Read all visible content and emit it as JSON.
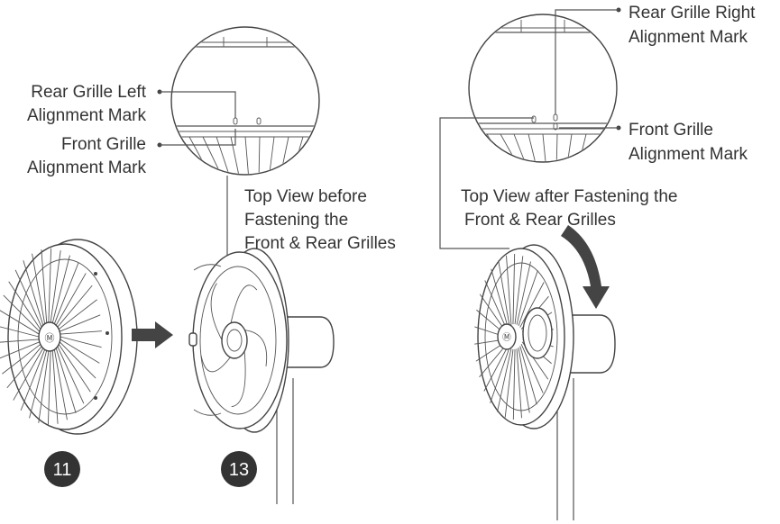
{
  "labels": {
    "rear_left_line1": "Rear Grille Left",
    "rear_left_line2": "Alignment Mark",
    "front_left_line1": "Front Grille",
    "front_left_line2": "Alignment Mark",
    "before_line1": "Top View before",
    "before_line2": "Fastening the",
    "before_line3": "Front & Rear Grilles",
    "rear_right_line1": "Rear Grille Right",
    "rear_right_line2": "Alignment Mark",
    "front_right_line1": "Front Grille",
    "front_right_line2": "Alignment Mark",
    "after_line1": "Top View after Fastening the",
    "after_line2": "Front & Rear Grilles"
  },
  "steps": [
    {
      "number": "11"
    },
    {
      "number": "13"
    }
  ],
  "colors": {
    "line": "#555555",
    "badge": "#333333",
    "arrow": "#444444"
  },
  "icons": [
    "right-arrow-icon",
    "curved-down-arrow-icon",
    "brand-logo-icon"
  ]
}
